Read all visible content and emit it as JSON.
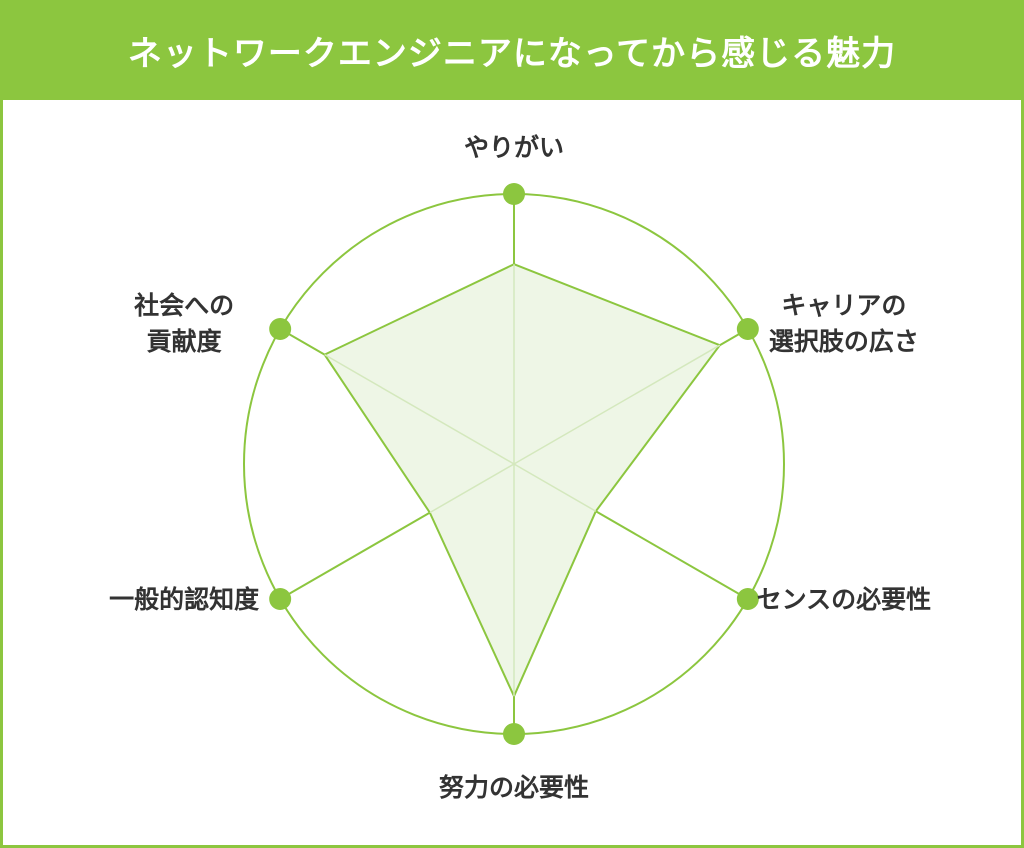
{
  "header": {
    "title": "ネットワークエンジニアになってから感じる魅力"
  },
  "colors": {
    "accent": "#8cc63f",
    "fill": "#eef6e6",
    "text": "#333333"
  },
  "chart_data": {
    "type": "radar",
    "title": "ネットワークエンジニアになってから感じる魅力",
    "axes": [
      {
        "label_lines": [
          "やりがい"
        ],
        "value": 0.74
      },
      {
        "label_lines": [
          "キャリアの",
          "選択肢の広さ"
        ],
        "value": 0.88
      },
      {
        "label_lines": [
          "センスの必要性"
        ],
        "value": 0.35
      },
      {
        "label_lines": [
          "努力の必要性"
        ],
        "value": 0.86
      },
      {
        "label_lines": [
          "一般的認知度"
        ],
        "value": 0.36
      },
      {
        "label_lines": [
          "社会への",
          "貢献度"
        ],
        "value": 0.81
      }
    ],
    "range": [
      0,
      1
    ],
    "grid": false
  }
}
